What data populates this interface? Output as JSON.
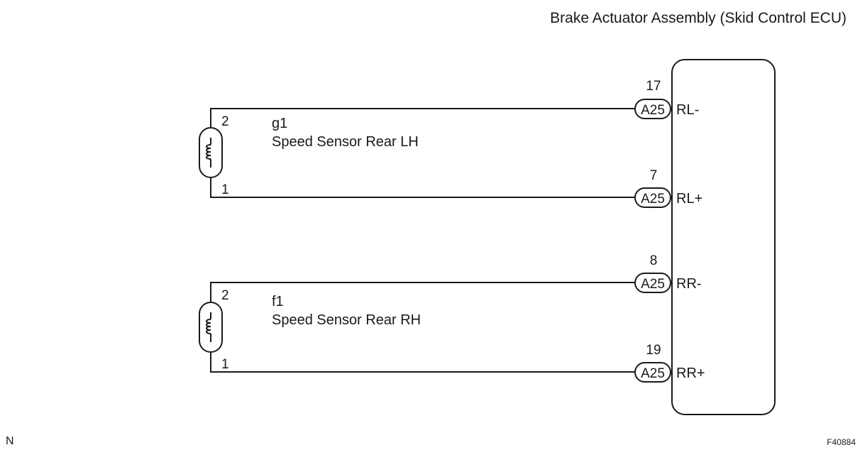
{
  "ecu": {
    "title": "Brake Actuator Assembly (Skid Control ECU)"
  },
  "sensors": [
    {
      "code": "g1",
      "name": "Speed Sensor Rear LH",
      "pin_top": "2",
      "pin_bottom": "1",
      "icon": "coil-icon"
    },
    {
      "code": "f1",
      "name": "Speed Sensor Rear RH",
      "pin_top": "2",
      "pin_bottom": "1",
      "icon": "coil-icon"
    }
  ],
  "terminals": [
    {
      "pin": "17",
      "connector": "A25",
      "signal": "RL-"
    },
    {
      "pin": "7",
      "connector": "A25",
      "signal": "RL+"
    },
    {
      "pin": "8",
      "connector": "A25",
      "signal": "RR-"
    },
    {
      "pin": "19",
      "connector": "A25",
      "signal": "RR+"
    }
  ],
  "footer": {
    "left_mark": "N",
    "figure_id": "F40884"
  }
}
